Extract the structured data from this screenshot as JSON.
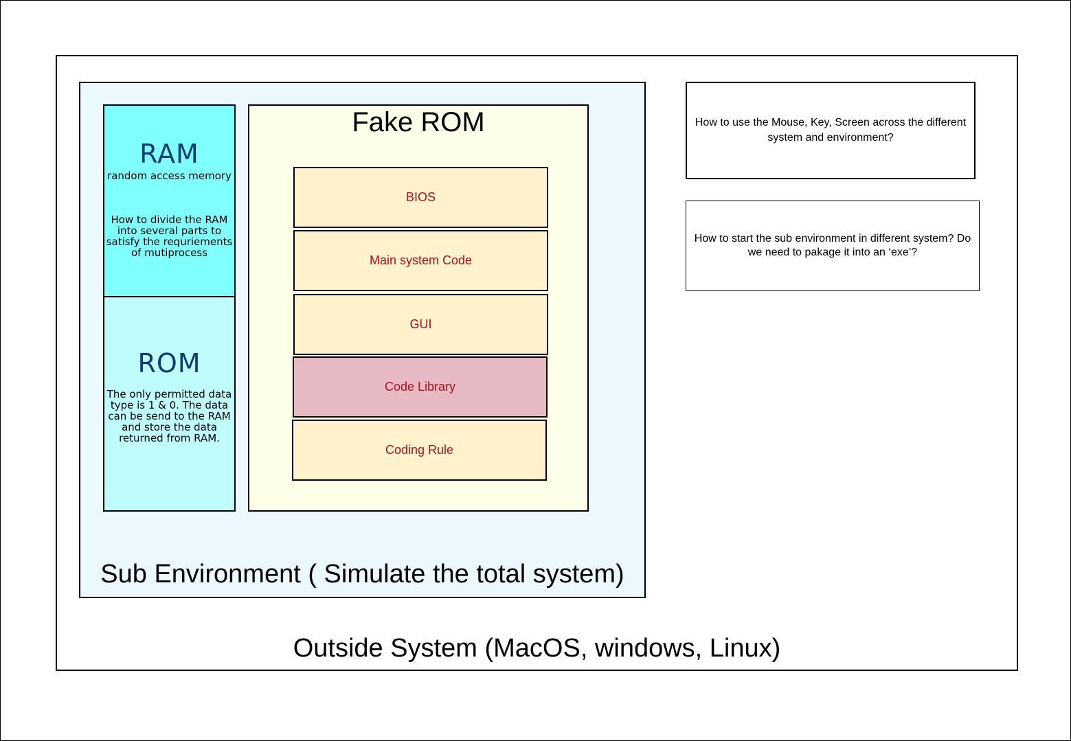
{
  "outside_system": {
    "label": "Outside System (MacOS, windows, Linux)"
  },
  "sub_environment": {
    "label": "Sub Environment ( Simulate the total system)",
    "ram": {
      "title": "RAM",
      "subtitle": "random access memory",
      "description": "How to divide the RAM into several parts to satisfy the requriements of mutiprocess"
    },
    "rom": {
      "title": "ROM",
      "description": "The only permitted data type is 1 & 0. The data can be send to the RAM and store the data returned from RAM."
    },
    "fake_rom": {
      "title": "Fake ROM",
      "layers": [
        "BIOS",
        "Main system Code",
        "GUI",
        "Code Library",
        "Coding Rule"
      ]
    }
  },
  "notes": [
    "How to use the Mouse, Key, Screen across the different system and environment?",
    "How to start the sub environment in different system? Do we need to pakage it into an ‘exe’?"
  ],
  "colors": {
    "ram_fill": "#80ffff",
    "rom_fill": "#c1fcfd",
    "sub_environment_fill": "#ebf8fd",
    "fake_rom_fill": "#fdffe8",
    "layer_fill": "#fff2cc",
    "code_library_fill": "#e6b9c3",
    "layer_text": "#b0101c",
    "memory_title_text": "#0f3b73"
  }
}
